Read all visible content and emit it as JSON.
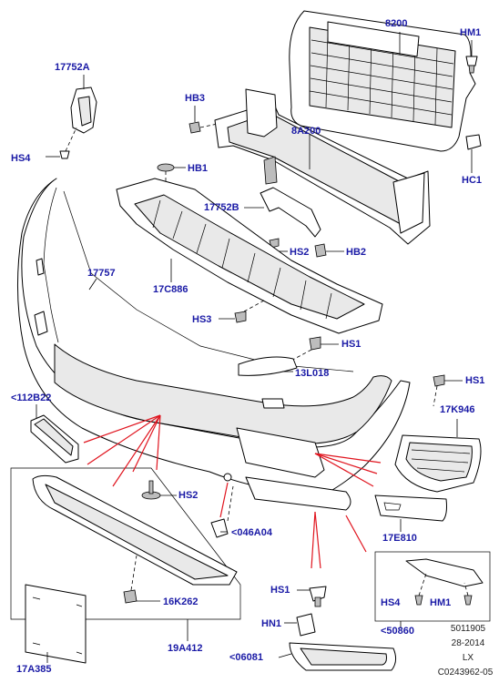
{
  "callouts": {
    "c8200": "8200",
    "hm1_top": "HM1",
    "c17752a": "17752A",
    "hb3": "HB3",
    "c8a200": "8A200",
    "hs4_top": "HS4",
    "hb1": "HB1",
    "hc1": "HC1",
    "c17752b": "17752B",
    "hs2_mid": "HS2",
    "hb2": "HB2",
    "c17757": "17757",
    "c17c886": "17C886",
    "hs3": "HS3",
    "hs1_a": "HS1",
    "c13l018": "13L018",
    "hs1_b": "HS1",
    "c112b22": "<112B22",
    "c17k946": "17K946",
    "hs2_low": "HS2",
    "c046a04": "<046A04",
    "c17e810": "17E810",
    "c16k262": "16K262",
    "hs1_c": "HS1",
    "hs4_box": "HS4",
    "hm1_box": "HM1",
    "hn1": "HN1",
    "c50860": "<50860",
    "c19a412": "19A412",
    "c06081": "<06081",
    "c17a385": "17A385"
  },
  "meta": {
    "ref_number": "5011905",
    "date": "28-2014",
    "model_code": "LX",
    "drawing_id": "C0243962-05"
  },
  "colors": {
    "callout_text": "#1a1aa6",
    "highlight_lines": "#e0141e",
    "line_art": "#000000"
  }
}
